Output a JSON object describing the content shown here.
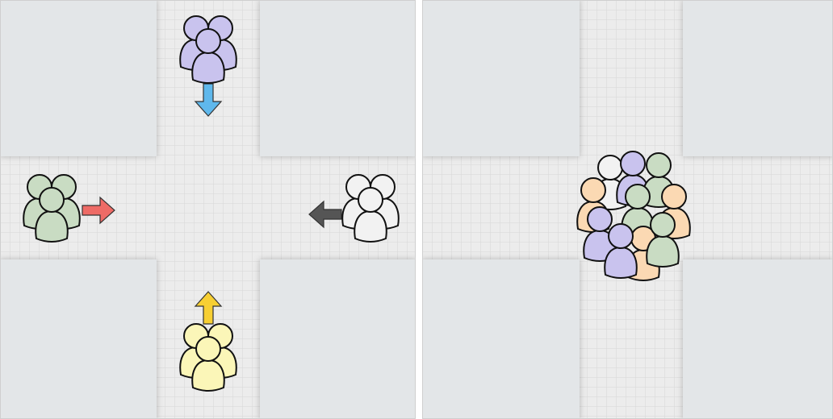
{
  "scenes": [
    {
      "id": "before",
      "groups": [
        {
          "side": "top",
          "color": "purple",
          "direction": "down",
          "arrow_color": "blue"
        },
        {
          "side": "left",
          "color": "green",
          "direction": "right",
          "arrow_color": "red"
        },
        {
          "side": "right",
          "color": "white",
          "direction": "left",
          "arrow_color": "dark-gray"
        },
        {
          "side": "bottom",
          "color": "yellow",
          "direction": "up",
          "arrow_color": "yellow"
        }
      ]
    },
    {
      "id": "after",
      "state": "crowd-merged-at-center",
      "crowd_colors": [
        "white",
        "purple",
        "green",
        "orange",
        "green",
        "orange",
        "purple",
        "orange",
        "green",
        "purple"
      ]
    }
  ],
  "colors": {
    "purple": "#c9c3ee",
    "green": "#c9dcc3",
    "white": "#f2f2f2",
    "yellow": "#fbf6b8",
    "orange": "#fbd9b3",
    "arrow_blue": "#5fb8ec",
    "arrow_red": "#ee6b66",
    "arrow_gray": "#555555",
    "arrow_yellow": "#f7cf33",
    "block": "#e3e6e8",
    "road": "#ececec",
    "grid": "#d6d6d6"
  }
}
